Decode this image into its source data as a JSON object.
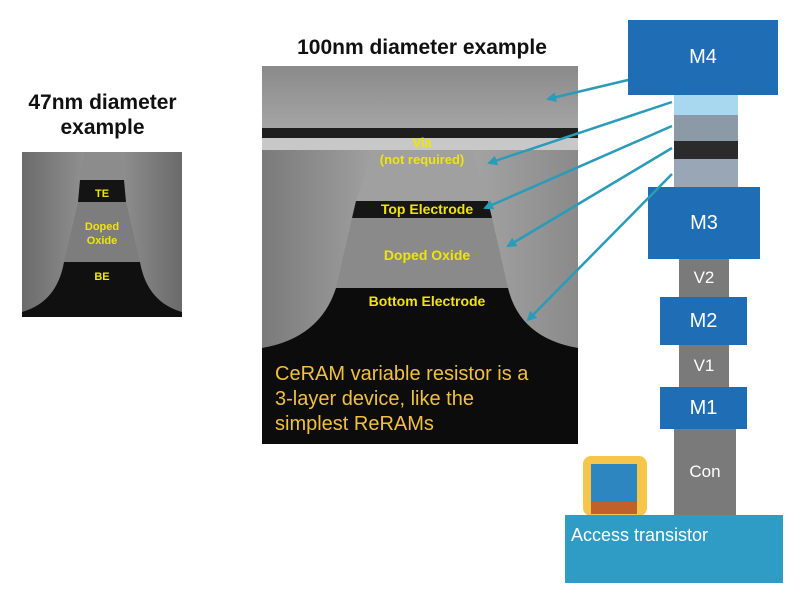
{
  "left_panel": {
    "title_line1": "47nm diameter",
    "title_line2": "example",
    "labels": {
      "te": "TE",
      "doped_line1": "Doped",
      "doped_line2": "Oxide",
      "be": "BE"
    }
  },
  "center_panel": {
    "title": "100nm diameter example",
    "labels": {
      "via_line1": "Via",
      "via_line2": "(not required)",
      "top_electrode": "Top Electrode",
      "doped_oxide": "Doped Oxide",
      "bottom_electrode": "Bottom Electrode"
    },
    "caption_line1": "CeRAM variable resistor is a",
    "caption_line2": "3-layer device, like the",
    "caption_line3": "simplest ReRAMs"
  },
  "stack": {
    "m4": "M4",
    "m3": "M3",
    "v2": "V2",
    "m2": "M2",
    "v1": "V1",
    "m1": "M1",
    "con": "Con",
    "access": "Access transistor"
  },
  "colors": {
    "metal": "#1f6db5",
    "via": "#7a7a7a",
    "access": "#2f9cc6",
    "arrow": "#2a9bb8",
    "label_yellow": "#f2e600",
    "caption_yellow": "#f0c040"
  }
}
